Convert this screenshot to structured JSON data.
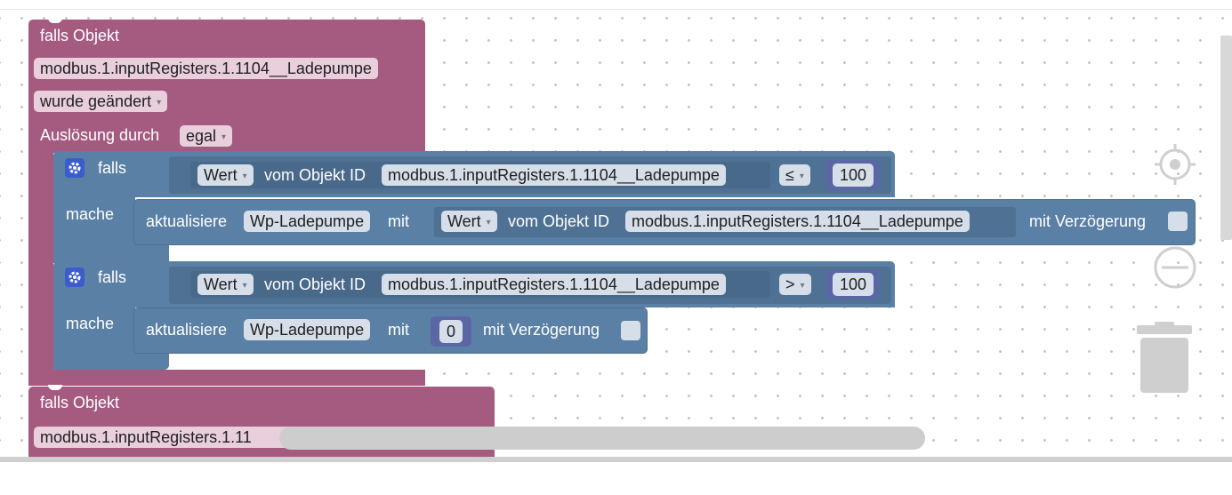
{
  "block1": {
    "header": "falls Objekt",
    "object_id": "modbus.1.inputRegisters.1.1104__Ladepumpe",
    "change_mode": "wurde geändert",
    "trigger_label": "Auslösung durch",
    "trigger_value": "egal"
  },
  "if1": {
    "if_label": "falls",
    "do_label": "mache",
    "value_dropdown": "Wert",
    "from_object_label": "vom Objekt ID",
    "object_id": "modbus.1.inputRegisters.1.1104__Ladepumpe",
    "operator": "≤",
    "number": "100",
    "update_label": "aktualisiere",
    "target": "Wp-Ladepumpe",
    "with_label": "mit",
    "value_dropdown2": "Wert",
    "from_object_label2": "vom Objekt ID",
    "object_id2": "modbus.1.inputRegisters.1.1104__Ladepumpe",
    "delay_label": "mit Verzögerung"
  },
  "if2": {
    "if_label": "falls",
    "do_label": "mache",
    "value_dropdown": "Wert",
    "from_object_label": "vom Objekt ID",
    "object_id": "modbus.1.inputRegisters.1.1104__Ladepumpe",
    "operator": ">",
    "number": "100",
    "update_label": "aktualisiere",
    "target": "Wp-Ladepumpe",
    "with_label": "mit",
    "set_value": "0",
    "delay_label": "mit Verzögerung"
  },
  "block2": {
    "header": "falls Objekt",
    "object_id_partial": "modbus.1.inputRegisters.1.11"
  },
  "controls": {
    "center": "crosshair-icon",
    "zoom_out": "minus-circle-icon",
    "trash": "trash-icon"
  },
  "colors": {
    "event_block": "#a55b80",
    "logic_block": "#5b80a5",
    "number_block": "#5b67a5"
  }
}
